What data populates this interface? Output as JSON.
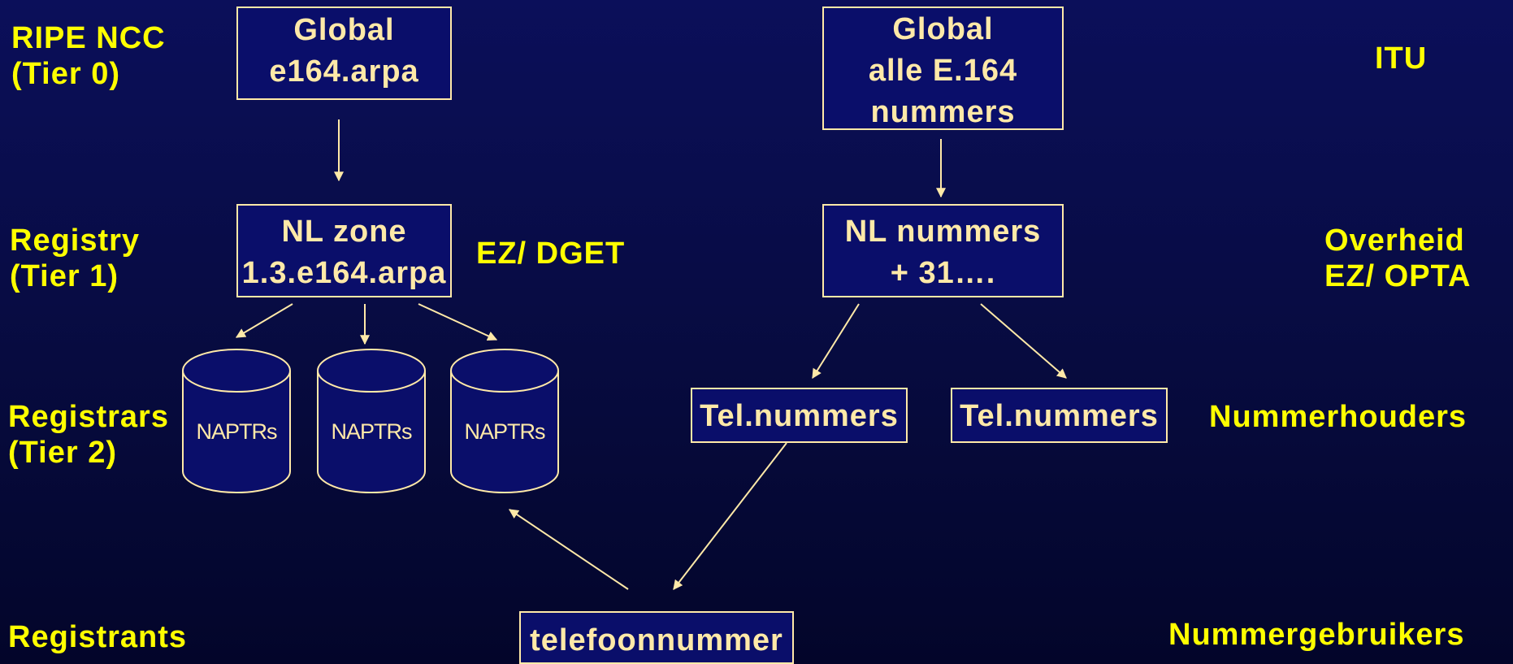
{
  "tiers": {
    "t0": "RIPE NCC\n(Tier 0)",
    "t1": "Registry\n(Tier 1)",
    "t2": "Registrars\n(Tier 2)",
    "t3": "Registrants"
  },
  "roles": {
    "itu": "ITU",
    "overheid": "Overheid\nEZ/ OPTA",
    "nummerhouders": "Nummerhouders",
    "nummergebruikers": "Nummergebruikers",
    "ezdget": "EZ/ DGET"
  },
  "boxes": {
    "global_e164": "Global\ne164.arpa",
    "nl_zone": "NL zone\n1.3.e164.arpa",
    "global_numbers": "Global\nalle E.164\nnummers",
    "nl_numbers": "NL nummers\n+ 31….",
    "tel1": "Tel.nummers",
    "tel2": "Tel.nummers",
    "telefoonnummer": "telefoonnummer"
  },
  "databases": [
    "NAPTRs",
    "NAPTRs",
    "NAPTRs"
  ],
  "colors": {
    "label": "#ffff00",
    "box_text": "#ffe9a8",
    "line": "#ffe9a8",
    "background": "#070b3f"
  }
}
